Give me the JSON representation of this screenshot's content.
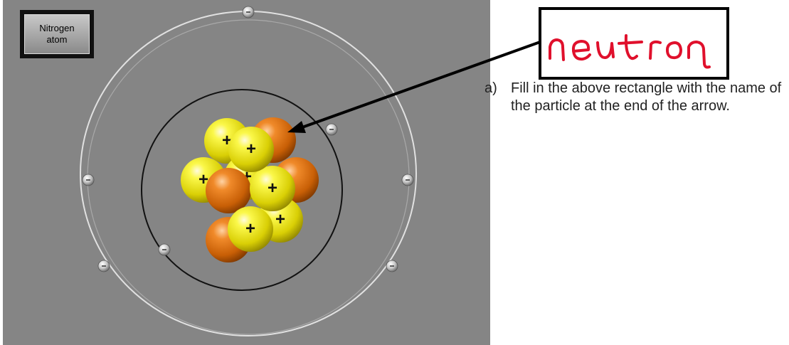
{
  "atom": {
    "title": "Nitrogen\natom",
    "nucleus_symbol": "+"
  },
  "answer": {
    "handwritten": "neutron",
    "ink_color": "#e0102c"
  },
  "question": {
    "marker": "a)",
    "text": "Fill in the above rectangle with the name of the particle at the end of the arrow."
  },
  "colors": {
    "background": "#858585",
    "proton": "#f2f215",
    "neutron": "#e8700d",
    "inner_orbit": "#111111",
    "outer_orbit": "#d8d8d8"
  }
}
